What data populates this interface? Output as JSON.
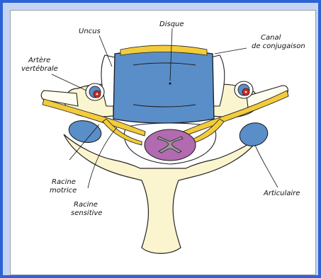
{
  "labels": {
    "disque": "Disque",
    "uncus": "Uncus",
    "canal_line1": "Canal",
    "canal_line2": "de conjugaison",
    "artere_line1": "Artère",
    "artere_line2": "vertébrale",
    "racine_motrice_line1": "Racine",
    "racine_motrice_line2": "motrice",
    "racine_sensitive_line1": "Racine",
    "racine_sensitive_line2": "sensitive",
    "articulaire": "Articulaire"
  },
  "colors": {
    "frame": "#2e63d6",
    "frame_fill": "#c4d4f3",
    "bone": "#fbf5cf",
    "disc": "#5a8ec9",
    "nerve": "#f2cc3a",
    "artery": "#d9261c",
    "cord": "#b26ab0",
    "grey_matter": "#9a9a9a"
  }
}
